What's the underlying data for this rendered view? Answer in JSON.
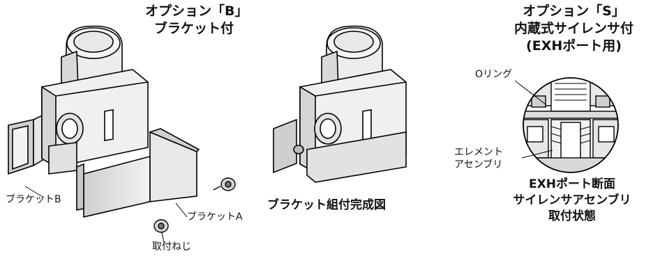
{
  "option_b": {
    "title_line1": "オプション「B」",
    "title_line2": "ブラケット付",
    "label_bracket_b": "ブラケットB",
    "label_bracket_a": "ブラケットA",
    "label_screw": "取付ねじ"
  },
  "assembled": {
    "caption": "ブラケット組付完成図"
  },
  "option_s": {
    "title_line1": "オプション「S」",
    "title_line2": "内蔵式サイレンサ付",
    "title_line3": "(EXHポート用)",
    "label_oring": "Oリング",
    "label_element_line1": "エレメント",
    "label_element_line2": "アセンブリ",
    "caption_line1": "EXHポート断面",
    "caption_line2": "サイレンサアセンブリ",
    "caption_line3": "取付状態"
  }
}
